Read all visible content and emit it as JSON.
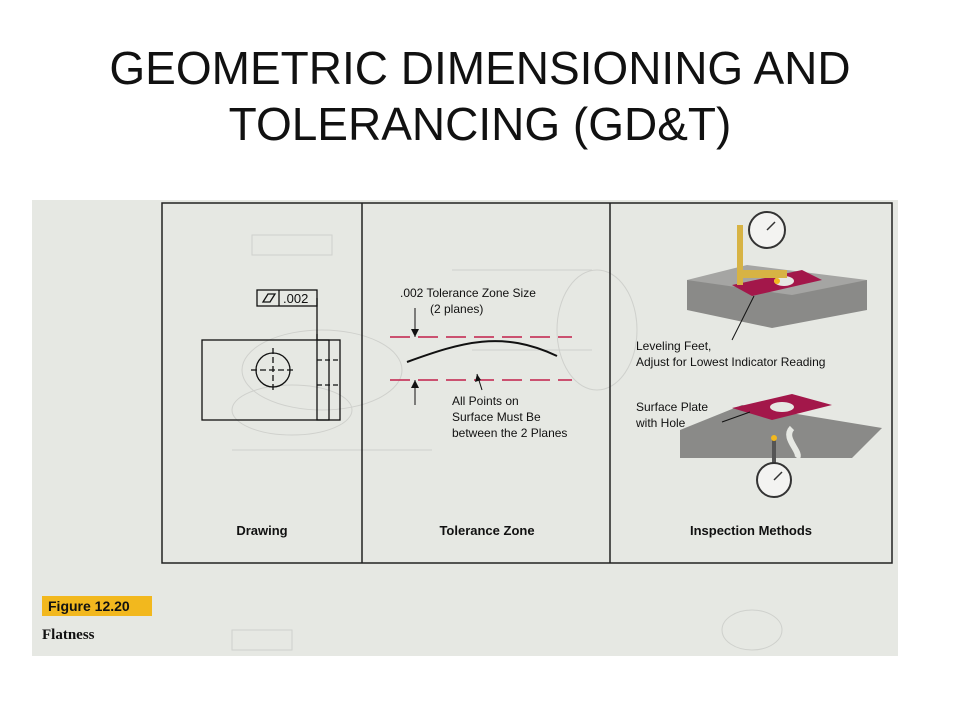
{
  "slide": {
    "title_line1": "GEOMETRIC DIMENSIONING AND",
    "title_line2": "TOLERANCING (GD&T)"
  },
  "figure": {
    "number": "Figure 12.20",
    "caption": "Flatness",
    "panels": {
      "drawing": {
        "label": "Drawing",
        "control_value": ".002"
      },
      "tolerance_zone": {
        "label": "Tolerance Zone",
        "zone_size_line1": ".002 Tolerance Zone Size",
        "zone_size_line2": "(2 planes)",
        "points_line1": "All Points on",
        "points_line2": "Surface Must Be",
        "points_line3": "between the 2 Planes"
      },
      "inspection": {
        "label": "Inspection Methods",
        "leveling_line1": "Leveling Feet,",
        "leveling_line2": "Adjust for Lowest Indicator Reading",
        "plate_line1": "Surface Plate",
        "plate_line2": "with Hole"
      }
    },
    "colors": {
      "badge": "#f2b81e",
      "tolerance_lines": "#c21f4a",
      "magenta_part": "#a3174a",
      "gray_plate": "#8a8a88"
    }
  }
}
